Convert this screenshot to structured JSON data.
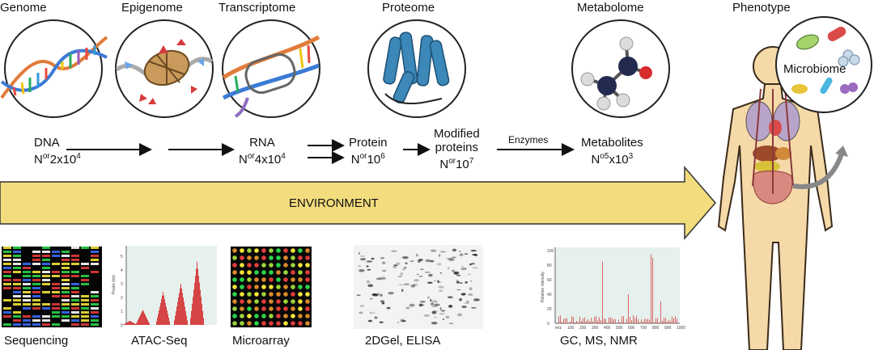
{
  "headers": [
    "Genome",
    "Epigenome",
    "Transcriptome",
    "Proteome",
    "Metabolome",
    "Phenotype"
  ],
  "entities": {
    "dna": {
      "name": "DNA",
      "n": "N",
      "sup1": "or",
      "val": "2x10",
      "sup2": "4"
    },
    "rna": {
      "name": "RNA",
      "n": "N",
      "sup1": "or",
      "val": "4x10",
      "sup2": "4"
    },
    "protein": {
      "name": "Protein",
      "n": "N",
      "sup1": "or",
      "val": "10",
      "sup2": "6"
    },
    "modified": {
      "line1": "Modified",
      "line2": "proteins",
      "n": "N",
      "sup1": "or",
      "val": "10",
      "sup2": "7"
    },
    "metabolites": {
      "name": "Metabolites",
      "n": "N",
      "sup1": "o5",
      "val": "x10",
      "sup2": "3"
    }
  },
  "enzymes_label": "Enzymes",
  "environment_label": "ENVIRONMENT",
  "microbiome_label": "Microbiome",
  "techniques": [
    "Sequencing",
    "ATAC-Seq",
    "Microarray",
    "2DGel, ELISA",
    "GC, MS, NMR"
  ],
  "colors": {
    "arrow_fill": "#f2dc7d",
    "arrow_stroke": "#333333",
    "peak_red": "#d64545",
    "body_skin": "#f5d9a8"
  },
  "chart_atac": {
    "yticks": [
      "0",
      "1",
      "2",
      "3",
      "4",
      "5"
    ],
    "ylabel": "Peaks (kb)"
  },
  "chart_ms": {
    "yticks": [
      "0",
      "20",
      "40",
      "60",
      "80",
      "100"
    ],
    "xticks": [
      "m/z",
      "100",
      "200",
      "300",
      "400",
      "500",
      "600",
      "700",
      "800",
      "900",
      "1000"
    ],
    "ylabel": "Relative intensity"
  }
}
